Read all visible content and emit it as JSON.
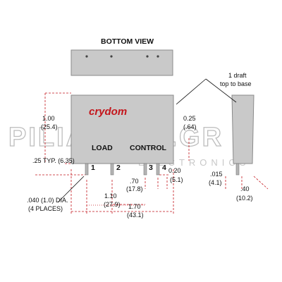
{
  "bottom_view": {
    "title": "BOTTOM VIEW"
  },
  "logo": {
    "text": "crydom",
    "color": "#c4161c"
  },
  "draft_note": {
    "line1": "1 draft",
    "line2": "top to base"
  },
  "watermark": {
    "line1": "PILIANIDIS.GR",
    "line2": "ELECTRONICS"
  },
  "labels": {
    "load": "LOAD",
    "control": "CONTROL",
    "pin1": "1",
    "pin2": "2",
    "pin3": "3",
    "pin4": "4"
  },
  "dimensions": {
    "height_in": "1.00",
    "height_mm": "(25.4)",
    "top_in": "0.25",
    "top_mm": "(.64)",
    "pin_len": ".25 TYP. (6.35)",
    "ctrl_gap_in": "0.20",
    "ctrl_gap_mm": "(5.1)",
    "pitch2_in": ".70",
    "pitch2_mm": "(17.8)",
    "pitch1_in": "1.10",
    "pitch1_mm": "(27.9)",
    "length_in": "1.70",
    "length_mm": "(43.1)",
    "pin_dia_in": ".040 (1.0) DIA.",
    "pin_dia_note": "(4 PLACES)",
    "side_in": ".015",
    "side_mm": "(4.1)",
    "width_in": ".40",
    "width_mm": "(10.2)"
  },
  "colors": {
    "body": "#c9c9c9",
    "body_stroke": "#8a8a8a",
    "accent": "#c4161c"
  }
}
